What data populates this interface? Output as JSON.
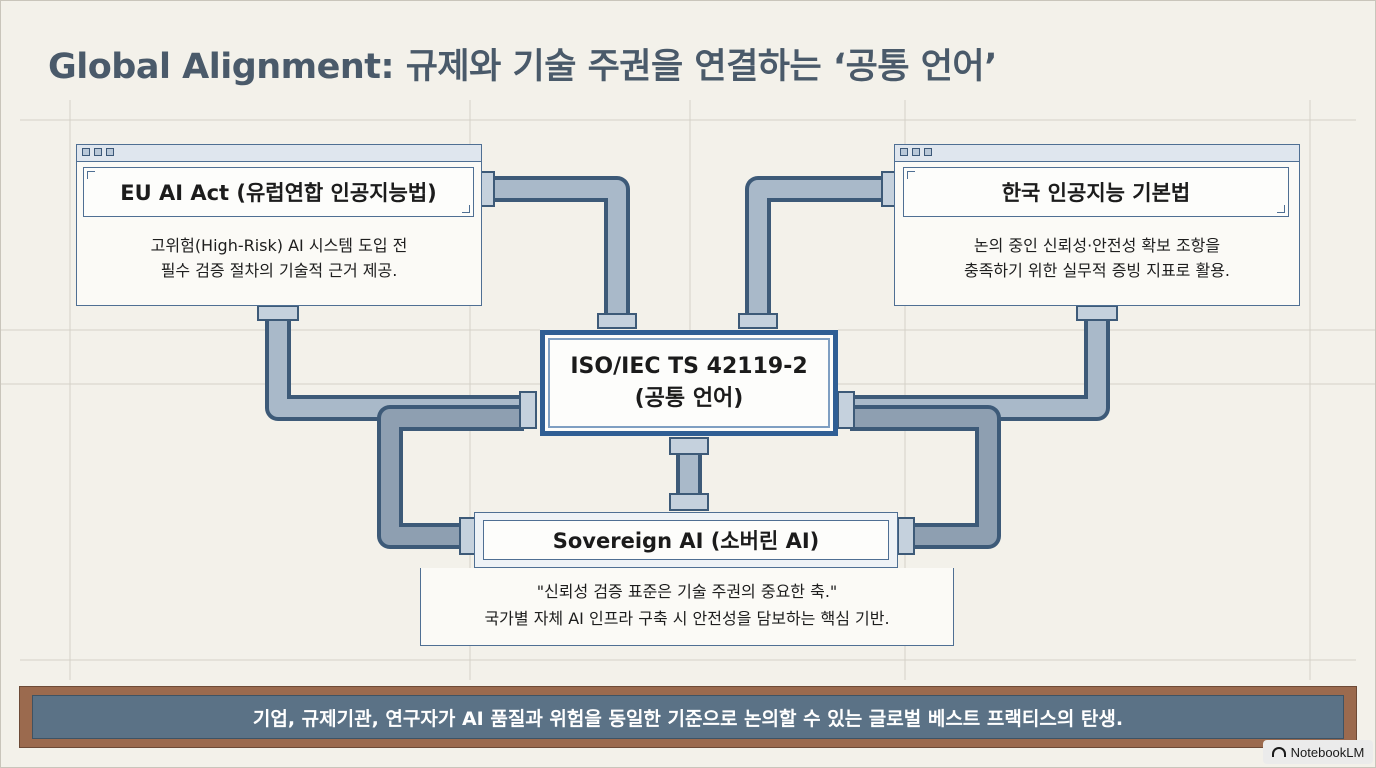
{
  "title": "Global Alignment: 규제와 기술 주권을 연결하는 ‘공통 언어’",
  "eu_panel": {
    "title": "EU AI Act (유럽연합 인공지능법)",
    "desc_line1": "고위험(High-Risk) AI 시스템 도입 전",
    "desc_line2": "필수 검증 절차의 기술적 근거 제공."
  },
  "kr_panel": {
    "title": "한국 인공지능 기본법",
    "desc_line1": "논의 중인 신뢰성·안전성 확보 조항을",
    "desc_line2": "충족하기 위한 실무적 증빙 지표로 활용."
  },
  "center": {
    "line1": "ISO/IEC TS 42119-2",
    "line2": "(공통 언어)"
  },
  "sovereign": {
    "title": "Sovereign AI (소버린 AI)",
    "quote": "\"신뢰성 검증 표준은 기술 주권의 중요한 축.\"",
    "desc": "국가별 자체 AI 인프라 구축 시 안전성을 담보하는 핵심 기반."
  },
  "footer": "기업, 규제기관, 연구자가 AI 품질과 위험을 동일한 기준으로 논의할 수 있는 글로벌 베스트 프랙티스의 탄생.",
  "badge": "NotebookLM",
  "colors": {
    "pipe_outer": "#3d5a78",
    "pipe_fill": "#a9b9c9",
    "center_border": "#2f5e94",
    "footer_bg": "#5b7286",
    "footer_frame": "#9b6a4e"
  }
}
